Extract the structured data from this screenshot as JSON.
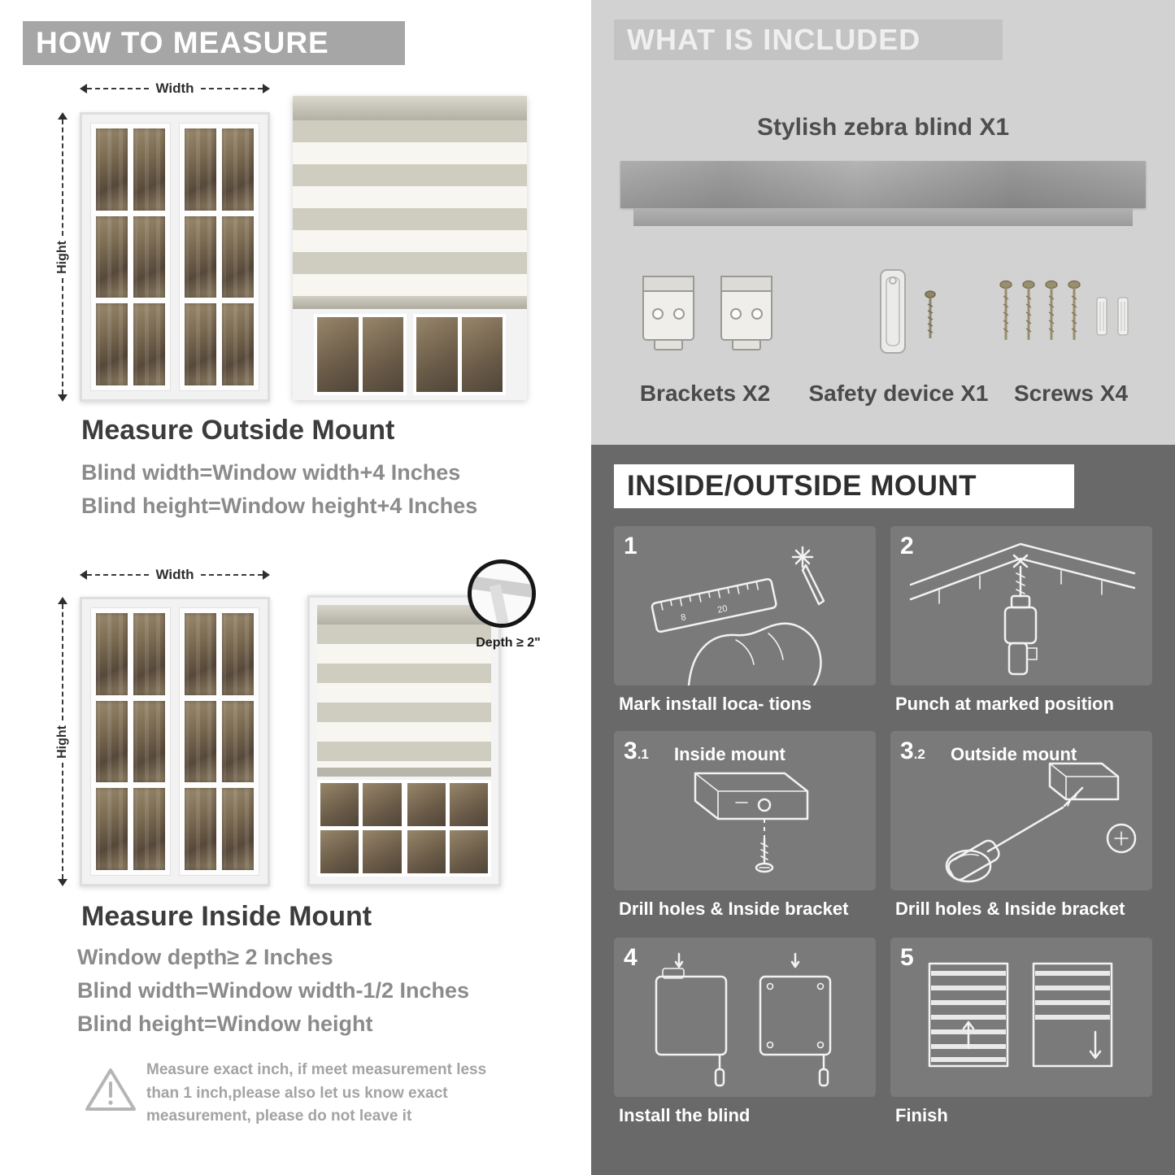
{
  "colors": {
    "left_banner": "#a6a6a6",
    "included_bg": "#d2d2d2",
    "included_banner": "#c3c3c3",
    "mount_bg": "#696969",
    "panel_bg": "#7a7a7a"
  },
  "measure": {
    "title": "HOW TO MEASURE",
    "width_label": "Width",
    "height_label": "Hight",
    "outside_heading": "Measure Outside Mount",
    "outside_line1": "Blind width=Window width+4 Inches",
    "outside_line2": "Blind height=Window height+4 Inches",
    "depth_label": "Depth ≥ 2\"",
    "inside_heading": "Measure Inside Mount",
    "inside_line1": "Window depth≥ 2 Inches",
    "inside_line2": "Blind width=Window width-1/2 Inches",
    "inside_line3": "Blind height=Window height",
    "warning_text": "Measure exact inch, if meet measurement less than 1 inch,please also let us know exact measurement, please do not leave it"
  },
  "included": {
    "title": "WHAT IS INCLUDED",
    "product": "Stylish zebra blind X1",
    "items": [
      {
        "label": "Brackets X2"
      },
      {
        "label": "Safety device X1"
      },
      {
        "label": "Screws X4"
      }
    ]
  },
  "mount": {
    "title": "INSIDE/OUTSIDE MOUNT",
    "steps": [
      {
        "num": "1",
        "numsub": "",
        "sub": "",
        "label": "Mark install loca- tions"
      },
      {
        "num": "2",
        "numsub": "",
        "sub": "",
        "label": "Punch at  marked position"
      },
      {
        "num": "3",
        "numsub": ".1",
        "sub": "Inside mount",
        "label": "Drill holes &  Inside bracket"
      },
      {
        "num": "3",
        "numsub": ".2",
        "sub": "Outside mount",
        "label": "Drill holes &  Inside bracket"
      },
      {
        "num": "4",
        "numsub": "",
        "sub": "",
        "label": "Install the blind"
      },
      {
        "num": "5",
        "numsub": "",
        "sub": "",
        "label": "Finish"
      }
    ]
  }
}
